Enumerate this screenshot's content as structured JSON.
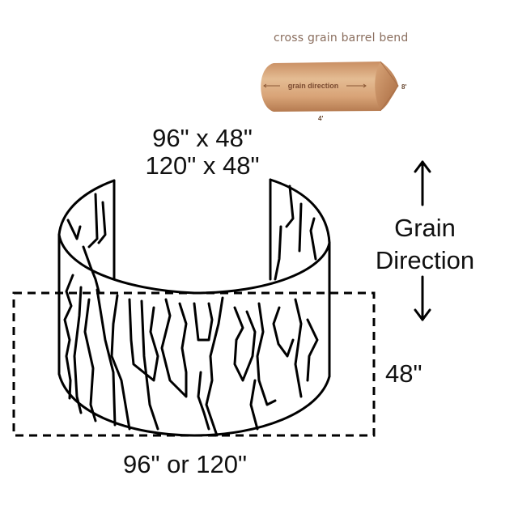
{
  "barrel_illustration": {
    "title": "cross grain barrel bend",
    "grain_label": "grain direction",
    "length_label": "8'",
    "width_label": "4'",
    "colors": {
      "wood_light": "#e2b58c",
      "wood_dark": "#b97f55",
      "label_text": "#7a4a30",
      "title_text": "#8a6e5e"
    }
  },
  "sheet_sizes": {
    "line1": "96\" x 48\"",
    "line2": "120\" x 48\""
  },
  "grain_direction": {
    "line1": "Grain",
    "line2": "Direction"
  },
  "dimensions": {
    "height": "48\"",
    "width": "96\" or 120\""
  }
}
